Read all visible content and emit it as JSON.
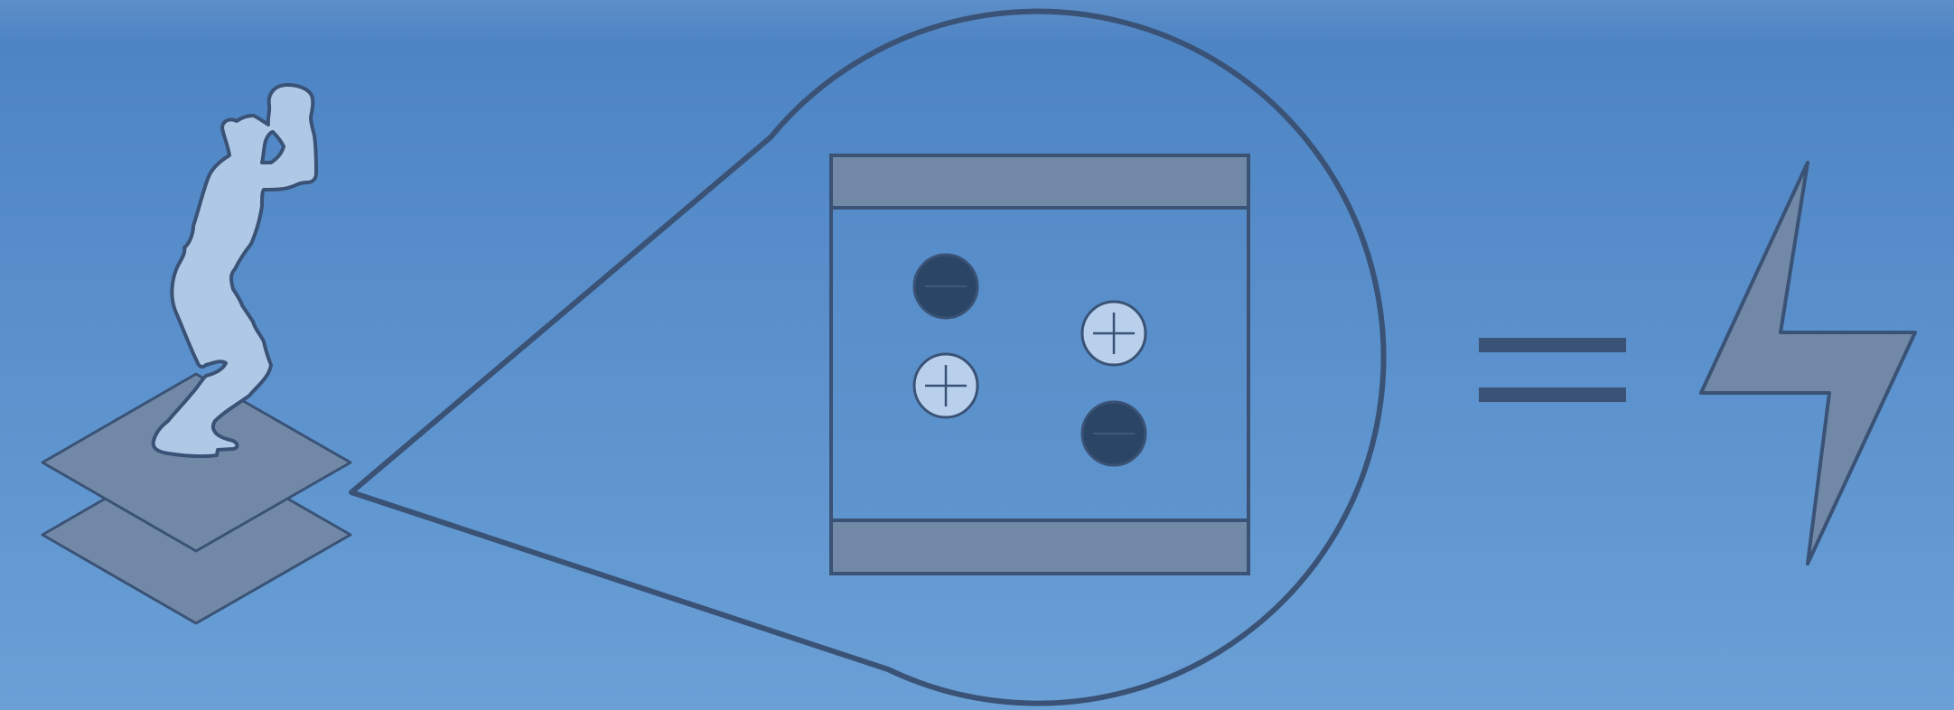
{
  "colors": {
    "background_top": "#4f86c6",
    "background_bottom": "#6aa0d8",
    "outline": "#3a5275",
    "layer_fill": "#7189a6",
    "figure_fill": "#aec8e6",
    "negative_charge_fill": "#2a4565",
    "positive_charge_fill": "#b8d0ec",
    "bolt_fill": "#7189a6"
  },
  "diagram": {
    "figure_icon": "person-standing-icon",
    "layers_icon": "stacked-plates-icon",
    "callout_icon": "magnifier-bubble-icon",
    "result_icon": "lightning-bolt-icon",
    "equals_icon": "equals-sign-icon",
    "charges": [
      {
        "sign": "negative",
        "icon": "minus-charge-icon"
      },
      {
        "sign": "positive",
        "icon": "plus-charge-icon"
      },
      {
        "sign": "positive",
        "icon": "plus-charge-icon"
      },
      {
        "sign": "negative",
        "icon": "minus-charge-icon"
      }
    ]
  }
}
